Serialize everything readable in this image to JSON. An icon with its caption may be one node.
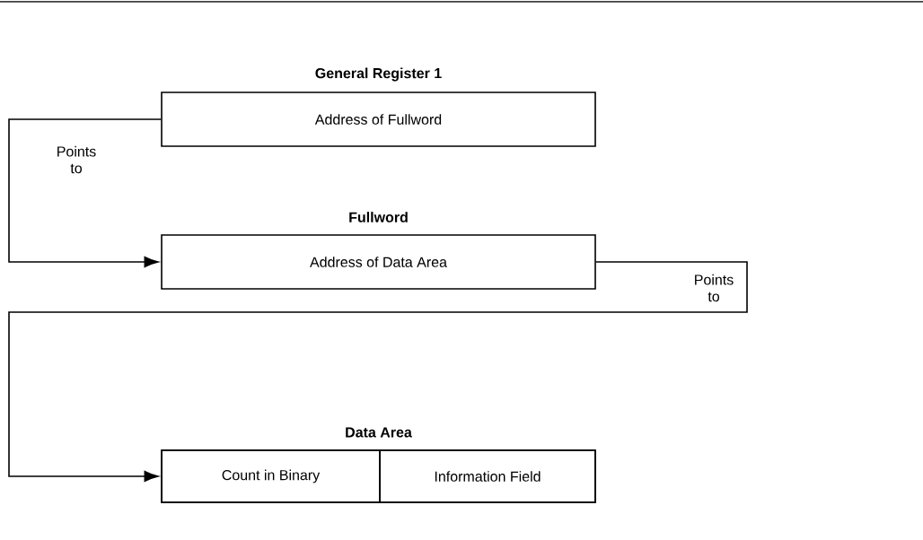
{
  "diagram": {
    "nodes": [
      {
        "text": [
          "General Register 1",
          "Address of Fullword"
        ]
      },
      {
        "text": [
          "Fullword",
          "Address of Data Area"
        ]
      },
      {
        "text": [
          "Data Area"
        ]
      },
      {
        "text": [
          "Count in Binary"
        ],
        "in": 2
      },
      {
        "text": [
          "Information Field"
        ],
        "in": 2
      }
    ],
    "edges": [
      {
        "from": 0,
        "to": 1,
        "arrow": "to",
        "label": "Points to"
      },
      {
        "from": 1,
        "to": 2,
        "arrow": "to",
        "label": "Points to"
      }
    ]
  }
}
